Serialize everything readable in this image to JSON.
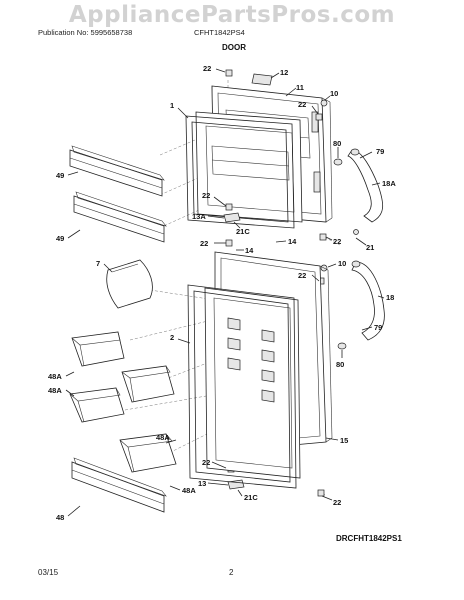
{
  "watermark": "AppliancePartsPros.com",
  "header": {
    "publication": "Publication No: 5995658738",
    "model": "CFHT1842PS4",
    "section": "DOOR"
  },
  "diagram_code": "DRCFHT1842PS1",
  "footer": {
    "date": "03/15",
    "page": "2"
  },
  "callouts": {
    "c22a": "22",
    "c12": "12",
    "c11": "11",
    "c1": "1",
    "c10a": "10",
    "c22b": "22",
    "c80a": "80",
    "c79a": "79",
    "c49a": "49",
    "c18a": "18A",
    "c22c": "22",
    "c49b": "49",
    "c13a": "13A",
    "c21ca": "21C",
    "c22d": "22",
    "c14a": "14",
    "c14b": "14",
    "c22e": "22",
    "c21": "21",
    "c7": "7",
    "c22f": "22",
    "c10b": "10",
    "c18": "18",
    "c2": "2",
    "c79b": "79",
    "c80b": "80",
    "c48aa": "48A",
    "c48ab": "48A",
    "c15": "15",
    "c22g": "22",
    "c13": "13",
    "c48ac": "48A",
    "c21cb": "21C",
    "c22h": "22",
    "c48": "48"
  }
}
